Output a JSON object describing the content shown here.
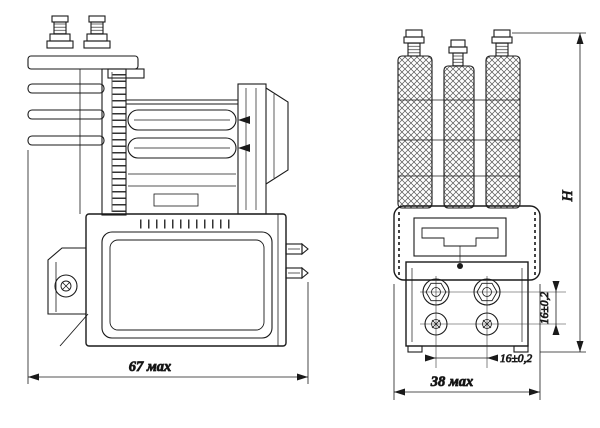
{
  "colors": {
    "paper": "#ffffff",
    "ink": "#1a1a1a"
  },
  "labels": {
    "dim_side_width": "67 мах",
    "dim_front_width": "38 мах",
    "dim_height": "Н",
    "dim_pitch_vertical": "16±0,2",
    "dim_pitch_horizontal": "16±0,2"
  }
}
